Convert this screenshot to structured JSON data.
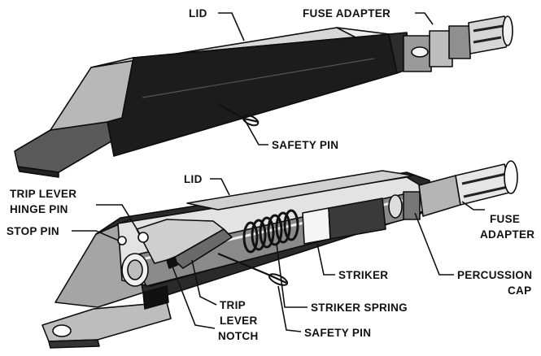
{
  "labels": {
    "top_lid": "LID",
    "top_fuse_adapter": "FUSE ADAPTER",
    "top_safety_pin": "SAFETY PIN",
    "bottom_lid": "LID",
    "trip_lever_hinge_pin_1": "TRIP LEVER",
    "trip_lever_hinge_pin_2": "HINGE PIN",
    "stop_pin": "STOP PIN",
    "fuse_adapter_1": "FUSE",
    "fuse_adapter_2": "ADAPTER",
    "striker": "STRIKER",
    "percussion_cap_1": "PERCUSSION",
    "percussion_cap_2": "CAP",
    "trip_lever_1": "TRIP",
    "trip_lever_2": "LEVER",
    "striker_spring": "STRIKER SPRING",
    "notch": "NOTCH",
    "bottom_safety_pin": "SAFETY PIN"
  },
  "colors": {
    "ink": "#0d0d0d",
    "dark_body": "#1c1c1c",
    "mid_gray": "#8a8a8a",
    "light_gray": "#cfcfcf",
    "highlight": "#eeeeee"
  }
}
